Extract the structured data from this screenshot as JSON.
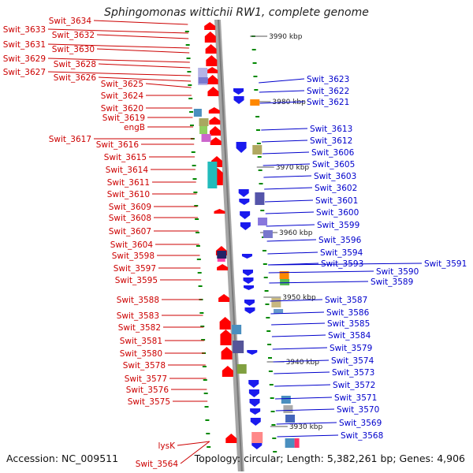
{
  "title": "Sphingomonas wittichii RW1, complete genome",
  "accession": "Accession: NC_009511",
  "topology": "Topology: circular; Length: 5,382,261 bp; Genes: 4,906",
  "colors": {
    "forward_label": "#cc0000",
    "reverse_label": "#0000cc",
    "forward_gene": "#ff0000",
    "reverse_gene": "#1a1aee",
    "backbone": "#999999",
    "tick": "#008800"
  },
  "kbp_markers": [
    "3990 kbp",
    "3980 kbp",
    "3970 kbp",
    "3960 kbp",
    "3950 kbp",
    "3940 kbp",
    "3930 kbp"
  ],
  "forward_labels": [
    "Swit_3634",
    "Swit_3633",
    "Swit_3632",
    "Swit_3631",
    "Swit_3630",
    "Swit_3629",
    "Swit_3628",
    "Swit_3627",
    "Swit_3626",
    "Swit_3625",
    "Swit_3624",
    "Swit_3620",
    "Swit_3619",
    "engB",
    "Swit_3617",
    "Swit_3616",
    "Swit_3615",
    "Swit_3614",
    "Swit_3611",
    "Swit_3610",
    "Swit_3609",
    "Swit_3608",
    "Swit_3607",
    "Swit_3604",
    "Swit_3598",
    "Swit_3597",
    "Swit_3595",
    "Swit_3588",
    "Swit_3583",
    "Swit_3582",
    "Swit_3581",
    "Swit_3580",
    "Swit_3578",
    "Swit_3577",
    "Swit_3576",
    "Swit_3575",
    "lysK",
    "Swit_3564"
  ],
  "reverse_labels": [
    "Swit_3623",
    "Swit_3622",
    "Swit_3621",
    "Swit_3613",
    "Swit_3612",
    "Swit_3606",
    "Swit_3605",
    "Swit_3603",
    "Swit_3602",
    "Swit_3601",
    "Swit_3600",
    "Swit_3599",
    "Swit_3596",
    "Swit_3594",
    "Swit_3593",
    "Swit_3591",
    "Swit_3590",
    "Swit_3589",
    "Swit_3587",
    "Swit_3586",
    "Swit_3585",
    "Swit_3584",
    "Swit_3579",
    "Swit_3574",
    "Swit_3573",
    "Swit_3572",
    "Swit_3571",
    "Swit_3570",
    "Swit_3569",
    "Swit_3568"
  ]
}
